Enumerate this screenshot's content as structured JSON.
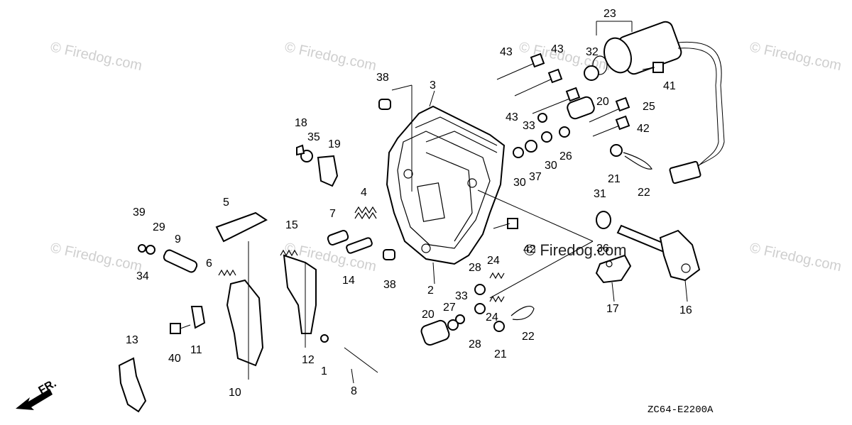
{
  "diagram_code": "ZC64-E2200A",
  "front_label": "FR.",
  "watermark": "© Firedog.com",
  "callouts": [
    "1",
    "2",
    "3",
    "4",
    "5",
    "6",
    "7",
    "8",
    "9",
    "10",
    "11",
    "12",
    "13",
    "14",
    "15",
    "16",
    "17",
    "18",
    "19",
    "20",
    "20",
    "21",
    "21",
    "22",
    "22",
    "23",
    "24",
    "24",
    "25",
    "26",
    "27",
    "28",
    "28",
    "29",
    "30",
    "30",
    "31",
    "32",
    "33",
    "33",
    "34",
    "35",
    "36",
    "37",
    "38",
    "38",
    "39",
    "40",
    "41",
    "42",
    "42",
    "43",
    "43",
    "43"
  ]
}
